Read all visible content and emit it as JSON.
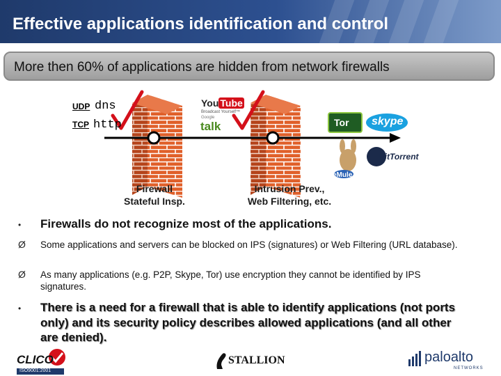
{
  "header": {
    "title": "Effective applications identification and control"
  },
  "banner": {
    "text": "More then 60% of applications are hidden from network firewalls"
  },
  "diagram": {
    "protocols": {
      "udp": "UDP",
      "dns": "dns",
      "tcp": "TCP",
      "http": "http"
    },
    "firewall_label": "Firewall\nStateful Insp.",
    "ips_label": "Intrusion Prev.,\nWeb Filtering, etc.",
    "apps": {
      "youtube": {
        "you": "You",
        "tube": "Tube",
        "tagline": "Broadcast Yourself™"
      },
      "gtalk": {
        "google": "Google",
        "talk": "talk"
      },
      "tor": "Tor",
      "skype": "skype",
      "bittorrent": "BitTorrent",
      "emule": "eMule"
    }
  },
  "bullets": [
    {
      "marker": "•",
      "text": "Firewalls do not recognize most of the applications."
    },
    {
      "marker": "Ø",
      "text": "Some applications and servers can be blocked on IPS (signatures) or Web Filtering (URL database)."
    },
    {
      "marker": "Ø",
      "text": "As many applications (e.g. P2P, Skype, Tor) use encryption they cannot be identified by IPS signatures."
    },
    {
      "marker": "•",
      "text": "There is a need for a firewall that is able to identify applications (not ports only)  and its security policy describes allowed applications (and all other are denied)."
    }
  ],
  "footer": {
    "clico": "CLICO",
    "iso": "ISO9001:2001",
    "stallion": "STALLION",
    "paloalto": "paloalto",
    "networks": "NETWORKS"
  },
  "colors": {
    "header": "#2d5090",
    "brick": "#d9531e",
    "checkmark": "#d4101a",
    "arrow": "#000000"
  }
}
